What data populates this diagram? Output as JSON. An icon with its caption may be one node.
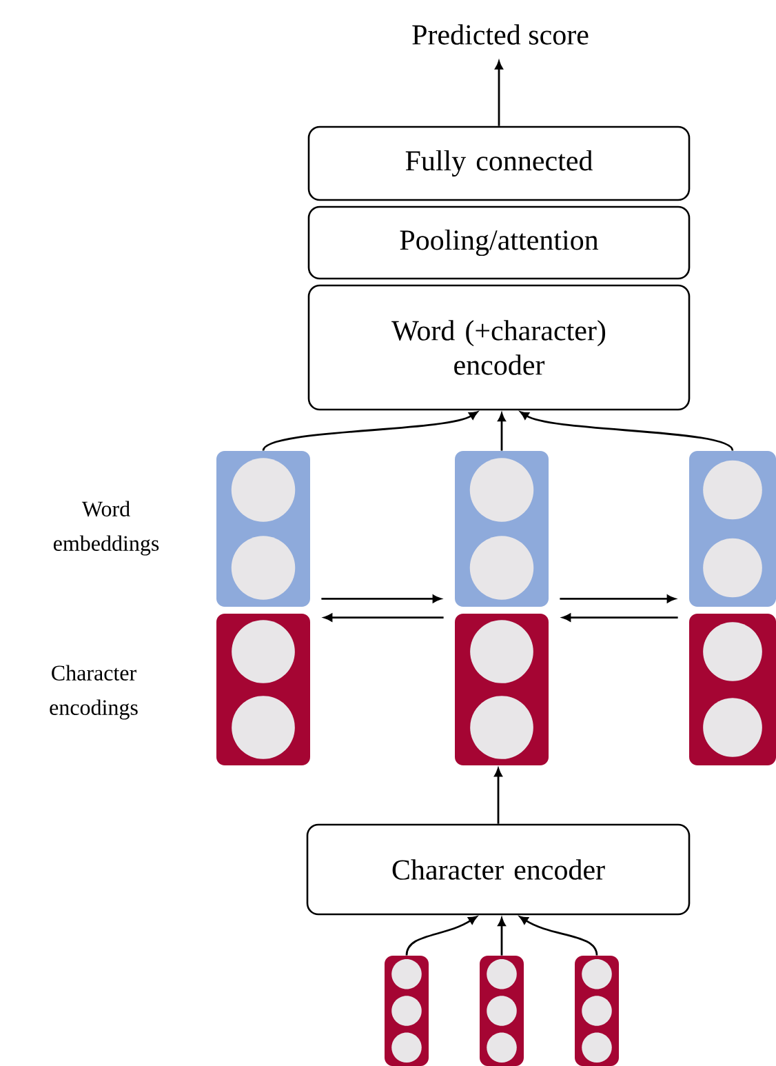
{
  "diagram": {
    "nodes": [
      {
        "text": [
          "Predicted score"
        ]
      },
      {
        "text": [
          "Fully connected"
        ]
      },
      {
        "text": [
          "Pooling/attention"
        ]
      },
      {
        "text": [
          "Word (+character) encoder"
        ]
      },
      {
        "text": [],
        "shape": "box"
      },
      {
        "text": [],
        "shape": "box"
      },
      {
        "text": [],
        "shape": "box"
      },
      {
        "text": [],
        "shape": "box"
      },
      {
        "text": [],
        "shape": "box"
      },
      {
        "text": [],
        "shape": "box"
      },
      {
        "text": [
          "Character encoder"
        ]
      },
      {
        "text": [],
        "shape": "box"
      },
      {
        "text": [],
        "shape": "box"
      },
      {
        "text": [],
        "shape": "box"
      }
    ],
    "edges": [
      {
        "from": 1,
        "to": 0,
        "arrow": "to"
      },
      {
        "from": 4,
        "to": 3,
        "arrow": "to"
      },
      {
        "from": 5,
        "to": 3,
        "arrow": "to"
      },
      {
        "from": 6,
        "to": 3,
        "arrow": "to"
      },
      {
        "from": 4,
        "to": 5,
        "arrow": "to"
      },
      {
        "from": 8,
        "to": 7,
        "arrow": "to"
      },
      {
        "from": 5,
        "to": 6,
        "arrow": "to"
      },
      {
        "from": 9,
        "to": 8,
        "arrow": "to"
      },
      {
        "from": 10,
        "to": 8,
        "arrow": "to"
      },
      {
        "from": 11,
        "to": 10,
        "arrow": "to"
      },
      {
        "from": 12,
        "to": 10,
        "arrow": "to"
      },
      {
        "from": 13,
        "to": 10,
        "arrow": "to"
      }
    ],
    "labels": [
      "Word embeddings",
      "Character encodings"
    ]
  }
}
